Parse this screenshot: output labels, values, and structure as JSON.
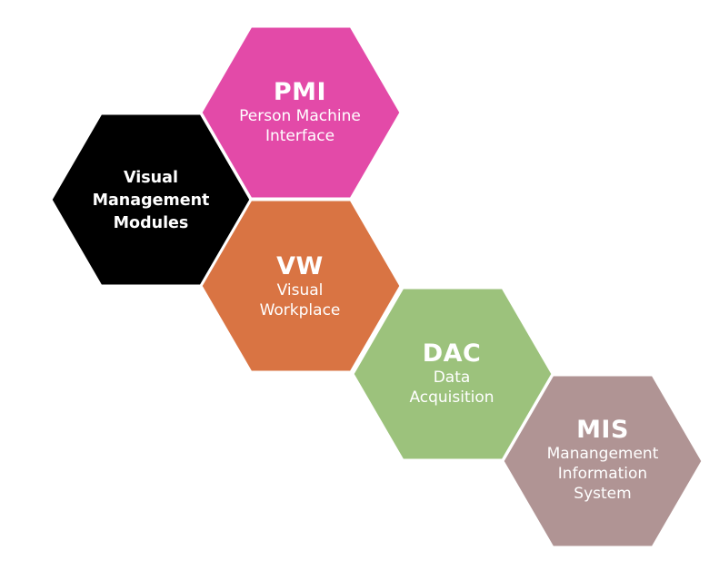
{
  "diagram": {
    "title": "",
    "hexagons": [
      {
        "id": "vmm",
        "abbr": "",
        "lines": [
          "Visual",
          "Management",
          "Modules"
        ],
        "color": "#000000",
        "text_style": "bold"
      },
      {
        "id": "pmi",
        "abbr": "PMI",
        "lines": [
          "Person Machine",
          "Interface"
        ],
        "color": "#E34AA8"
      },
      {
        "id": "vw",
        "abbr": "VW",
        "lines": [
          "Visual",
          "Workplace"
        ],
        "color": "#D97443"
      },
      {
        "id": "dac",
        "abbr": "DAC",
        "lines": [
          "Data",
          "Acquisition"
        ],
        "color": "#9CC27C"
      },
      {
        "id": "mis",
        "abbr": "MIS",
        "lines": [
          "Manangement",
          "Information",
          "System"
        ],
        "color": "#B09494"
      }
    ]
  }
}
